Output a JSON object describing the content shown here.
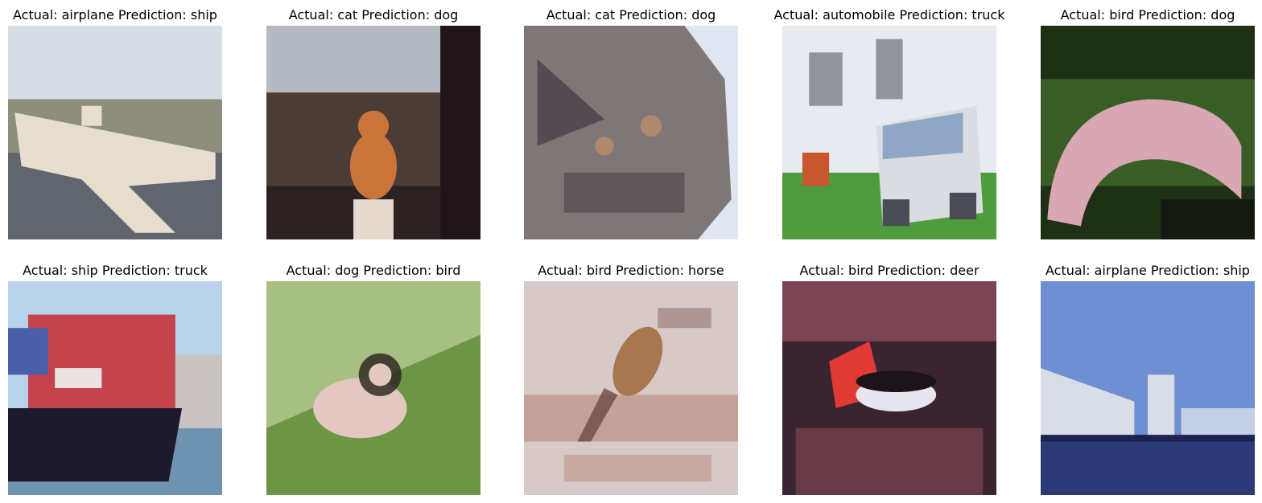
{
  "panels": [
    {
      "title": "Actual: airplane Prediction: ship",
      "scene": "airplane on airfield",
      "colors": {
        "sky": "#d7dde6",
        "ground": "#8d8f7c",
        "accent": "#e7ded0",
        "dark": "#3a3d45"
      }
    },
    {
      "title": "Actual: cat Prediction: dog",
      "scene": "orange cat sitting by window",
      "colors": {
        "sky": "#b5b9c4",
        "ground": "#4b3d35",
        "accent": "#c8743a",
        "dark": "#20161a"
      }
    },
    {
      "title": "Actual: cat Prediction: dog",
      "scene": "gray tabby cat close-up",
      "colors": {
        "sky": "#dfe6f2",
        "ground": "#7e7775",
        "accent": "#b0886b",
        "dark": "#35303a"
      }
    },
    {
      "title": "Actual: automobile Prediction: truck",
      "scene": "white van parked on grass",
      "colors": {
        "sky": "#e9eaf0",
        "ground": "#4f9c3f",
        "accent": "#d9dde2",
        "dark": "#4a4d57"
      }
    },
    {
      "title": "Actual: bird Prediction: dog",
      "scene": "pink bird on dark green background",
      "colors": {
        "sky": "#1f3115",
        "ground": "#3e6a2b",
        "accent": "#d9a6b3",
        "dark": "#141a10"
      }
    },
    {
      "title": "Actual: ship Prediction: truck",
      "scene": "red cargo ship in harbor",
      "colors": {
        "sky": "#b9d4ea",
        "ground": "#6f94b2",
        "accent": "#c5434d",
        "dark": "#1e1a2e"
      }
    },
    {
      "title": "Actual: dog Prediction: bird",
      "scene": "small dog lying on grass",
      "colors": {
        "sky": "#a8bf83",
        "ground": "#6e9546",
        "accent": "#e3c7c0",
        "dark": "#2f2b24"
      }
    },
    {
      "title": "Actual: bird Prediction: horse",
      "scene": "brown bird perched on branch",
      "colors": {
        "sky": "#d7c9c7",
        "ground": "#c4a199",
        "accent": "#a8774f",
        "dark": "#6e4a44"
      }
    },
    {
      "title": "Actual: bird Prediction: deer",
      "scene": "red bird in dense foliage",
      "colors": {
        "sky": "#7b4452",
        "ground": "#3a2430",
        "accent": "#e23b35",
        "dark": "#1c1418"
      }
    },
    {
      "title": "Actual: airplane Prediction: ship",
      "scene": "waterfront buildings under blue sky",
      "colors": {
        "sky": "#6e8fd2",
        "ground": "#2c3b78",
        "accent": "#d9dde8",
        "dark": "#1d2350"
      }
    }
  ]
}
